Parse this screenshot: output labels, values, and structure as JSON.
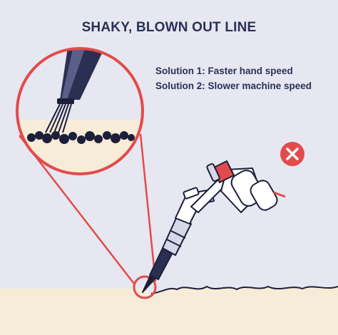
{
  "title": "SHAKY, BLOWN OUT LINE",
  "solutions": [
    "Solution 1: Faster hand speed",
    "Solution 2: Slower machine speed"
  ],
  "icons": {
    "status": "close-icon",
    "tool": "tattoo-machine-icon",
    "magnifier": "magnifier-circle-icon"
  },
  "colors": {
    "background": "#e6e7f1",
    "skin": "#f7ecd7",
    "ink": "#1d1f3a",
    "accent": "#e24b4b",
    "text": "#2a3157"
  }
}
